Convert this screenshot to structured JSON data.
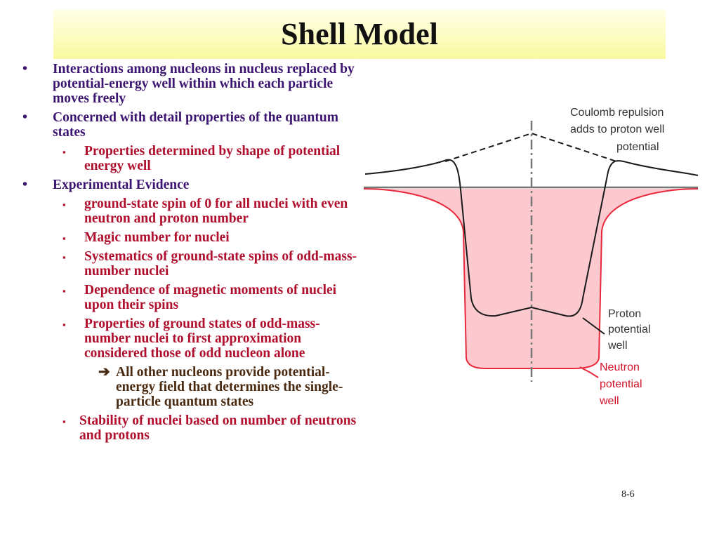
{
  "title": "Shell Model",
  "bullets": [
    {
      "level": 1,
      "marker": "•",
      "text": "Interactions among nucleons in nucleus replaced by potential-energy well within which each particle moves freely"
    },
    {
      "level": 1,
      "marker": "•",
      "text": "Concerned with detail properties of the quantum states"
    },
    {
      "level": 2,
      "marker": "▪",
      "text": "Properties determined by shape of potential energy well"
    },
    {
      "level": 1,
      "marker": "•",
      "text": "Experimental Evidence"
    },
    {
      "level": 2,
      "marker": "▪",
      "text": "ground-state spin of 0 for all nuclei with even neutron and proton number"
    },
    {
      "level": 2,
      "marker": "▪",
      "text": "Magic number for nuclei"
    },
    {
      "level": 2,
      "marker": "▪",
      "text": "Systematics of ground-state spins of odd-mass-number nuclei"
    },
    {
      "level": 2,
      "marker": "▪",
      "text": "Dependence of magnetic moments of nuclei upon their spins"
    },
    {
      "level": 2,
      "marker": "▪",
      "text": "Properties of ground states of odd-mass-number nuclei to first approximation considered those of odd nucleon alone"
    },
    {
      "level": 3,
      "marker": "➔",
      "text": "All other nucleons provide potential-energy field that determines the single-particle quantum states"
    },
    {
      "level": 2,
      "marker": "▪",
      "text": "Stability of nuclei based on number of neutrons and protons"
    }
  ],
  "diagram": {
    "coulomb_label": [
      "Coulomb repulsion",
      "adds to proton well",
      "potential"
    ],
    "proton_label": [
      "Proton",
      "potential",
      "well"
    ],
    "neutron_label": [
      "Neutron",
      "potential",
      "well"
    ],
    "colors": {
      "neutron_fill": "#fcc9cf",
      "neutron_line": "#e8283c",
      "proton_line": "#1a1a1a",
      "axis_line": "#777777",
      "label_text": "#333333",
      "neutron_label_text": "#d0142a"
    }
  },
  "page_number": "8-6"
}
